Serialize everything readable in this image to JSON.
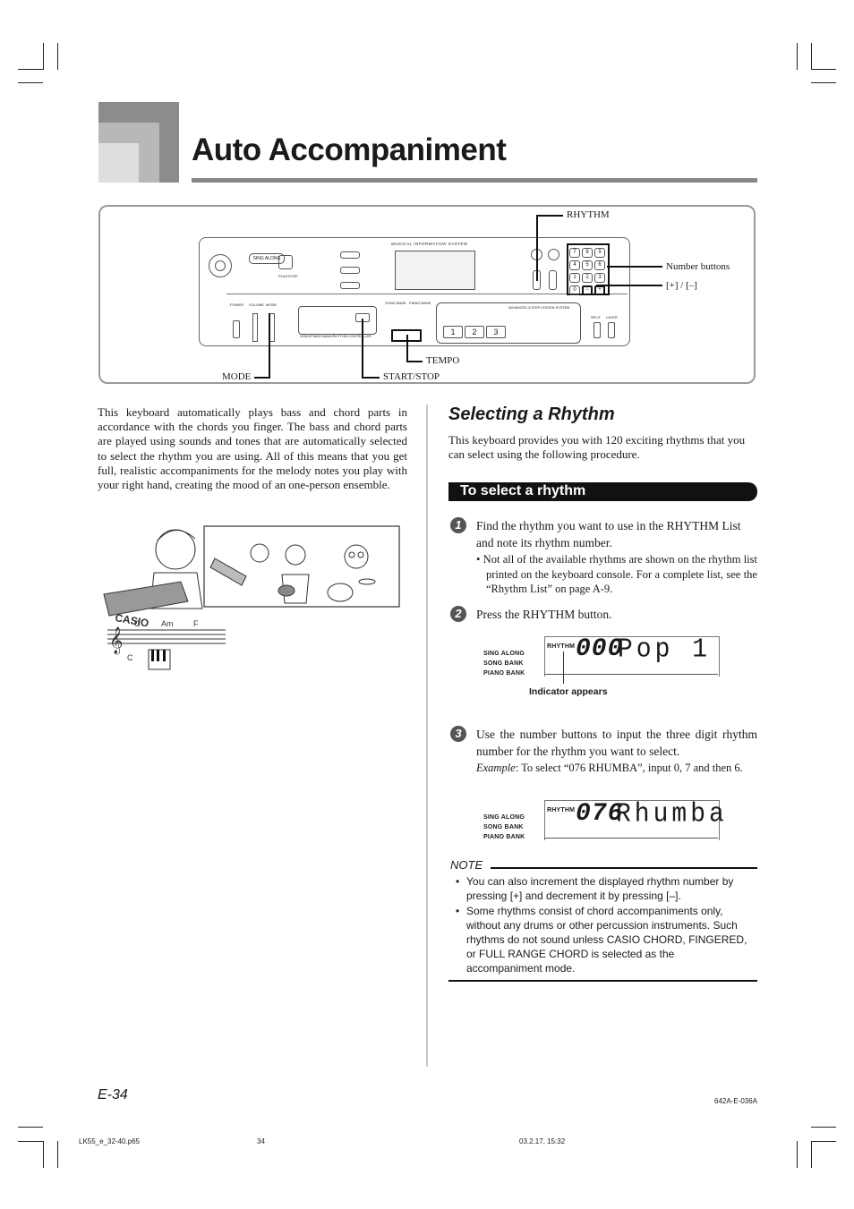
{
  "page": {
    "title": "Auto Accompaniment",
    "page_number": "E-34",
    "doc_code": "642A-E-036A",
    "footer_file": "LK55_e_32-40.p65",
    "footer_page": "34",
    "footer_date": "03.2.17, 15:32"
  },
  "callouts": {
    "rhythm": "RHYTHM",
    "number_buttons": "Number buttons",
    "plus_minus": "[+] / [–]",
    "tempo": "TEMPO",
    "mode": "MODE",
    "start_stop": "START/STOP"
  },
  "keyboard_panel": {
    "sing_along": "SING ALONG",
    "play_stop": "PLAY/STOP",
    "song_bank": "SONG BANK",
    "piano_bank": "PIANO BANK",
    "lesson_system": "ADVANCED 3-STEP LESSON SYSTEM",
    "split": "SPLIT",
    "layer": "LAYER",
    "power": "POWER",
    "volume": "VOLUME",
    "mode": "MODE",
    "step1": "1",
    "step2": "2",
    "step3": "3",
    "controller": "SONG/PIANO BANK/RHYTHM CONTROLLER",
    "info_system": "MUSICAL INFORMATION SYSTEM",
    "num_keys": [
      "7",
      "8",
      "9",
      "4",
      "5",
      "6",
      "1",
      "2",
      "3",
      "0",
      "−",
      "+"
    ]
  },
  "left_column": {
    "intro": "This keyboard automatically plays bass and chord parts in accordance with the chords you finger. The bass and chord parts are played using sounds and tones that are automatically selected to select the rhythm you are using. All of this means that you get full, realistic accompaniments for the melody notes you play with your right hand, creating the mood of an one-person ensemble.",
    "illustration": {
      "brand": "CASIO",
      "chord_c": "C",
      "chord_am": "Am",
      "chord_f": "F",
      "bass_c": "C"
    }
  },
  "right_column": {
    "heading": "Selecting a Rhythm",
    "intro": "This keyboard provides you with 120 exciting rhythms that you can select using the following procedure.",
    "procedure_title": "To select a rhythm",
    "steps": [
      {
        "num": "1",
        "text": "Find the rhythm you want to use in the RHYTHM List and note its rhythm number.",
        "bullet": "• Not all of the available rhythms are shown on the rhythm list printed on the keyboard console. For a complete list, see the “Rhythm List” on page A-9."
      },
      {
        "num": "2",
        "text": "Press the RHYTHM button."
      },
      {
        "num": "3",
        "text": "Use the number buttons to input the three digit rhythm number for the rhythm you want to select.",
        "example_label": "Example",
        "example_text": ": To select “076 RHUMBA”, input 0, 7 and then 6."
      }
    ],
    "display1": {
      "labels": [
        "SING ALONG",
        "SONG BANK",
        "PIANO BANK"
      ],
      "rhythm_label": "RHYTHM",
      "number": "000",
      "name": "Pop 1",
      "caption": "Indicator appears"
    },
    "display2": {
      "labels": [
        "SING ALONG",
        "SONG BANK",
        "PIANO BANK"
      ],
      "rhythm_label": "RHYTHM",
      "number": "076",
      "name": "Rhumba"
    },
    "note": {
      "label": "NOTE",
      "items": [
        "You can also increment the displayed rhythm number by pressing [+] and decrement it by pressing [–].",
        "Some rhythms consist of chord accompaniments only, without any drums or other percussion instruments. Such rhythms do not sound unless CASIO CHORD, FINGERED, or FULL RANGE CHORD is selected as the accompaniment mode."
      ]
    }
  }
}
